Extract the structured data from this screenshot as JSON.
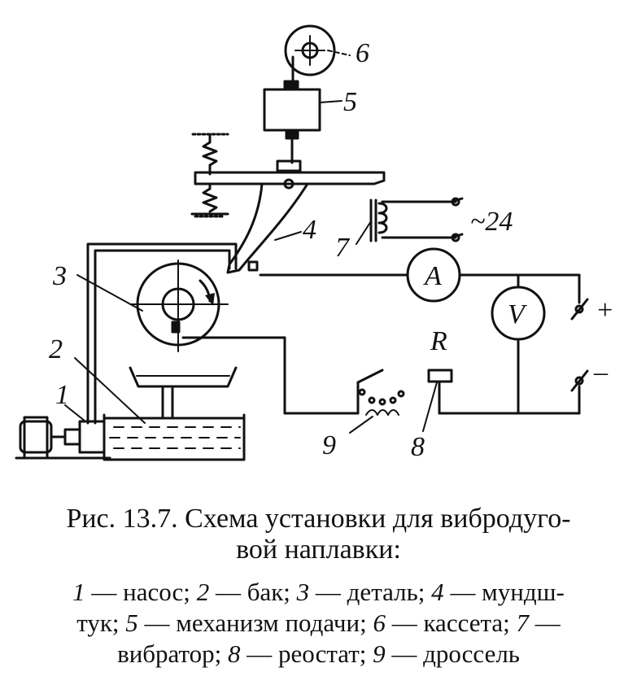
{
  "diagram": {
    "labels": {
      "n1": "1",
      "n2": "2",
      "n3": "3",
      "n4": "4",
      "n5": "5",
      "n6": "6",
      "n7": "7",
      "n8": "8",
      "n9": "9",
      "voltage": "~24",
      "resistor": "R",
      "ammeter": "A",
      "voltmeter": "V",
      "plus": "+",
      "minus": "–"
    }
  },
  "caption": {
    "line1": "Рис. 13.7. Схема установки для вибродуго-",
    "line2": "вой наплавки:"
  },
  "legend": [
    {
      "num": "1",
      "text": " — насос; "
    },
    {
      "num": "2",
      "text": " — бак; "
    },
    {
      "num": "3",
      "text": " — деталь; "
    },
    {
      "num": "4",
      "text": " — мундш-"
    },
    {
      "num": "",
      "text": "тук; "
    },
    {
      "num": "5",
      "text": " — механизм подачи; "
    },
    {
      "num": "6",
      "text": " — кассета; "
    },
    {
      "num": "7",
      "text": " —"
    },
    {
      "num": "",
      "text": "вибратор; "
    },
    {
      "num": "8",
      "text": " — реостат; "
    },
    {
      "num": "9",
      "text": " — дроссель"
    }
  ]
}
